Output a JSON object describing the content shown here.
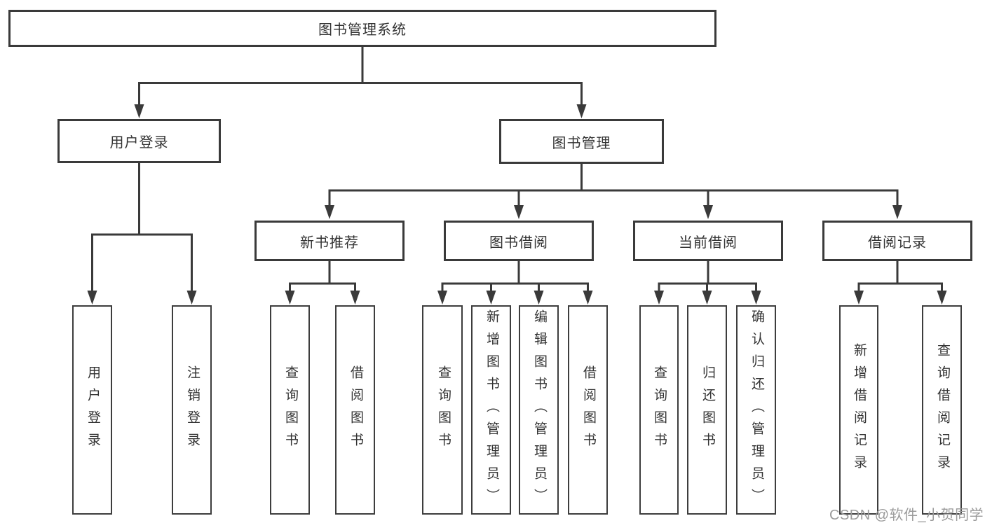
{
  "diagram": {
    "root": "图书管理系统",
    "branches": {
      "user_login": "用户登录",
      "book_mgmt": "图书管理"
    },
    "modules": {
      "new_book_rec": "新书推荐",
      "book_borrow": "图书借阅",
      "current_borrow": "当前借阅",
      "borrow_records": "借阅记录"
    },
    "leaves": {
      "login_user_login": "用户登录",
      "login_logout": "注销登录",
      "rec_query_book": "查询图书",
      "rec_borrow_book": "借阅图书",
      "borrow_query_book": "查询图书",
      "borrow_add_book": "新增图书（管理员）",
      "borrow_edit_book": "编辑图书（管理员）",
      "borrow_borrow_book": "借阅图书",
      "current_query_book": "查询图书",
      "current_return_book": "归还图书",
      "current_confirm_return": "确认归还（管理员）",
      "records_add_record": "新增借阅记录",
      "records_query_record": "查询借阅记录"
    }
  },
  "watermark": "CSDN @软件_小贺同学",
  "colors": {
    "line": "#3a3a3a",
    "text": "#333333",
    "watermark": "#9b9b9b",
    "background": "#ffffff"
  }
}
